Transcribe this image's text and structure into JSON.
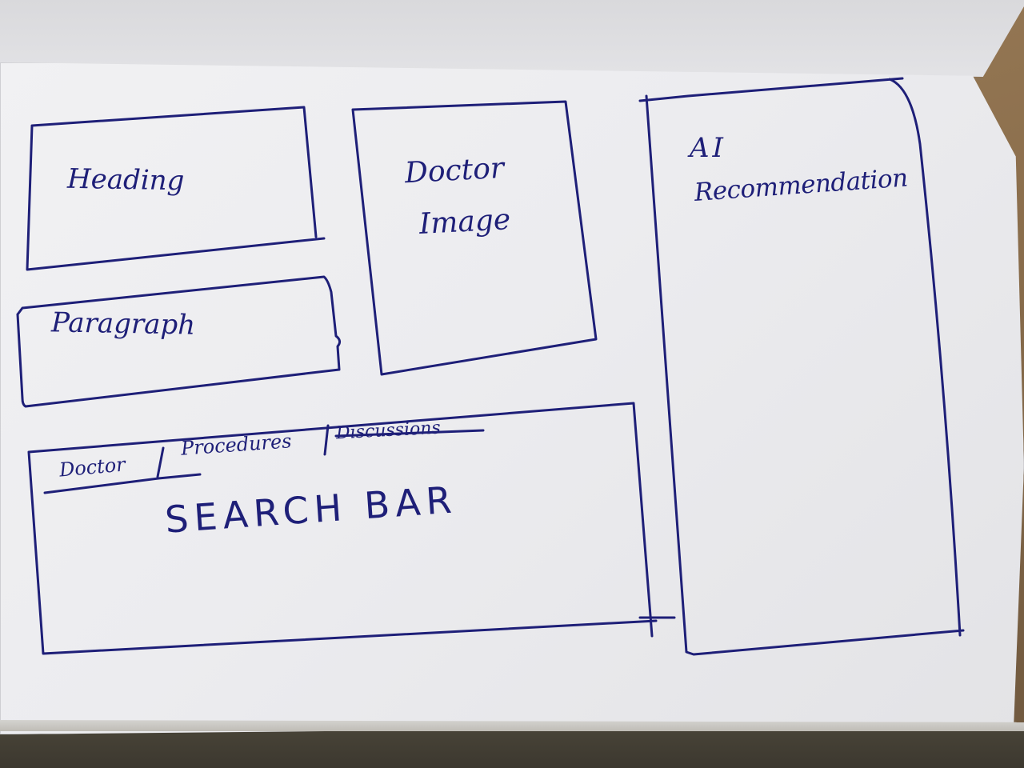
{
  "sketch": {
    "heading_box": {
      "label": "Heading"
    },
    "doctor_image_box": {
      "label_line1": "Doctor",
      "label_line2": "Image"
    },
    "ai_box": {
      "label_line1": "AI",
      "label_line2": "Recommendation"
    },
    "paragraph_box": {
      "label": "Paragraph"
    },
    "search_box": {
      "tabs": [
        "Doctor",
        "Procedures",
        "Discussions"
      ],
      "label": "SEARCH BAR"
    }
  },
  "colors": {
    "ink": "#1e1f78",
    "paper": "#ececef",
    "table": "#8c6f4d"
  }
}
